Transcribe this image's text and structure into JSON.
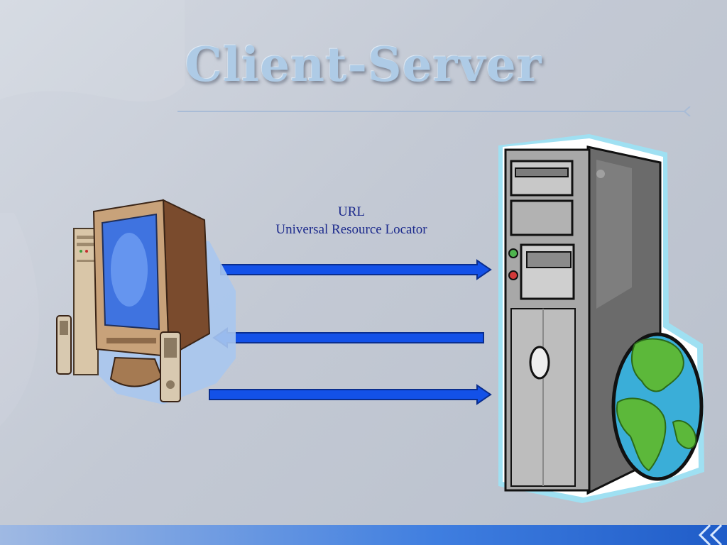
{
  "slide": {
    "title": "Client-Server",
    "label_line1": "URL",
    "label_line2": "Universal Resource Locator"
  },
  "icons": {
    "client": "desktop-computer-icon",
    "server": "server-tower-icon",
    "globe": "globe-icon"
  },
  "colors": {
    "arrow_fill": "#1351e8",
    "label_text": "#1c2a8c",
    "title_fill": "#aecbe6",
    "bottom_bar": "#2f6fd6"
  },
  "arrows": [
    {
      "direction": "client-to-server"
    },
    {
      "direction": "server-to-client"
    },
    {
      "direction": "client-to-server"
    }
  ]
}
